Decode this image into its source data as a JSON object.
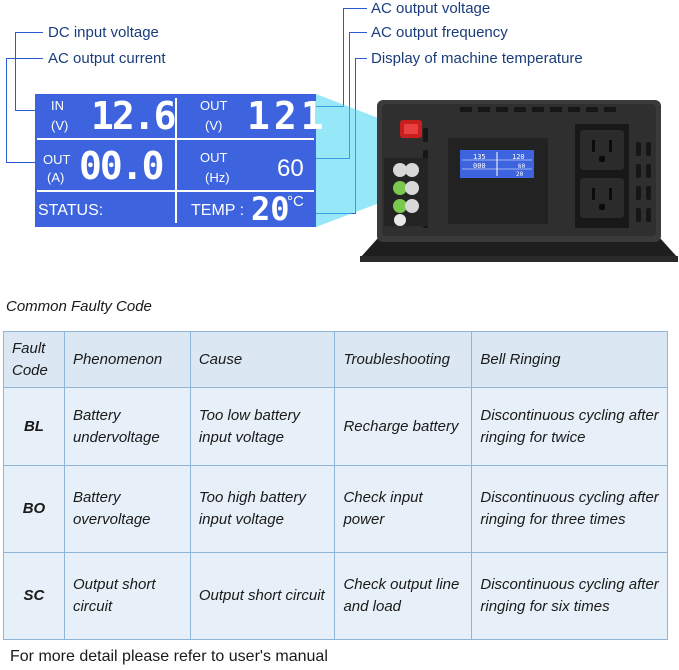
{
  "callouts": {
    "dc_input_voltage": "DC input voltage",
    "ac_output_current": "AC output current",
    "ac_output_voltage": "AC output voltage",
    "ac_output_frequency": "AC output frequency",
    "machine_temperature": "Display of machine temperature"
  },
  "lcd": {
    "in_label": "IN",
    "in_unit": "(V)",
    "in_value": "12.6",
    "out_v_label": "OUT",
    "out_v_unit": "(V)",
    "out_v_value": "121",
    "out_a_label": "OUT",
    "out_a_unit": "(A)",
    "out_a_value": "00.0",
    "out_hz_label": "OUT",
    "out_hz_unit": "(Hz)",
    "out_hz_value": "60",
    "status_label": "STATUS:",
    "temp_label": "TEMP :",
    "temp_value": "20",
    "temp_unit": "°C"
  },
  "device_lcd": {
    "v1": "135",
    "v2": "120",
    "v3": "000",
    "v4": "60",
    "v5": "20"
  },
  "table": {
    "title": "Common Faulty Code",
    "headers": [
      "Fault Code",
      "Phenomenon",
      "Cause",
      "Troubleshooting",
      "Bell Ringing"
    ],
    "rows": [
      [
        "BL",
        "Battery undervoltage",
        "Too low battery input voltage",
        "Recharge battery",
        "Discontinuous cycling after ringing for twice"
      ],
      [
        "BO",
        "Battery overvoltage",
        "Too high battery input voltage",
        "Check input power",
        "Discontinuous cycling after ringing for three times"
      ],
      [
        "SC",
        "Output short circuit",
        "Output short circuit",
        "Check output line and load",
        "Discontinuous cycling after ringing for six times"
      ]
    ]
  },
  "footer": "For more detail please refer to user's manual",
  "colors": {
    "lcd_bg": "#3d64de",
    "table_bg": "#e7f0f8",
    "table_border": "#8fb6d8",
    "callout_line": "#2a5bd0"
  }
}
